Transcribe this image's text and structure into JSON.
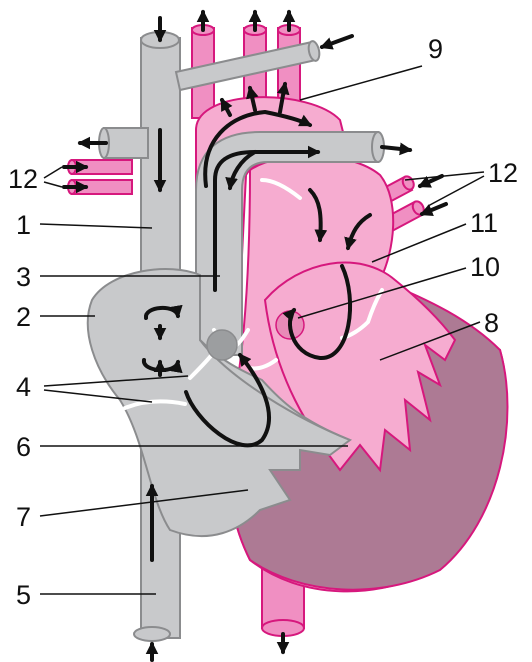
{
  "diagram": {
    "labels": [
      {
        "id": "label-1",
        "text": "1"
      },
      {
        "id": "label-2",
        "text": "2"
      },
      {
        "id": "label-3",
        "text": "3"
      },
      {
        "id": "label-4",
        "text": "4"
      },
      {
        "id": "label-5",
        "text": "5"
      },
      {
        "id": "label-6",
        "text": "6"
      },
      {
        "id": "label-7",
        "text": "7"
      },
      {
        "id": "label-8",
        "text": "8"
      },
      {
        "id": "label-9",
        "text": "9"
      },
      {
        "id": "label-10",
        "text": "10"
      },
      {
        "id": "label-11",
        "text": "11"
      },
      {
        "id": "label-12-left",
        "text": "12"
      },
      {
        "id": "label-12-right",
        "text": "12"
      }
    ],
    "colors": {
      "grey_vessel": "#c8c9cb",
      "grey_outline": "#8b8c8e",
      "pink_chamber": "#f6acd0",
      "pink_vessel": "#f08fc2",
      "pink_outline": "#d6187d",
      "ventricle_dark": "#ad7a94",
      "valve_white": "#ffffff",
      "arrow": "#111111"
    }
  }
}
